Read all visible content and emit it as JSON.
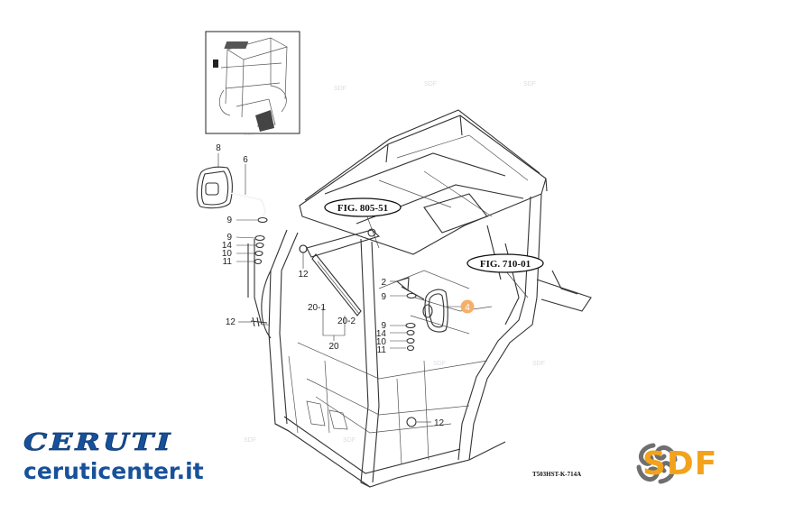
{
  "figure_refs": [
    "FIG. 805-51",
    "FIG. 710-01"
  ],
  "part_numbers": {
    "p8": "8",
    "p6": "6",
    "p9a": "9",
    "p9b": "9",
    "p14a": "14",
    "p10a": "10",
    "p11a": "11",
    "p12a": "12",
    "p20_1": "20-1",
    "p20_2": "20-2",
    "p20": "20",
    "p12b": "12",
    "p2": "2",
    "p9c": "9",
    "p4": "4",
    "p9d": "9",
    "p14b": "14",
    "p10b": "10",
    "p11b": "11",
    "p12c": "12"
  },
  "drawing_code": "T503HST-K-714A",
  "watermark": "SDF",
  "brand_left": {
    "logo": "CERUTI",
    "url": "ceruticenter.it",
    "color": "#17519a"
  },
  "brand_right": {
    "logo": "SDF",
    "color": "#f3a21b"
  },
  "highlight_color": "#f4b06a"
}
